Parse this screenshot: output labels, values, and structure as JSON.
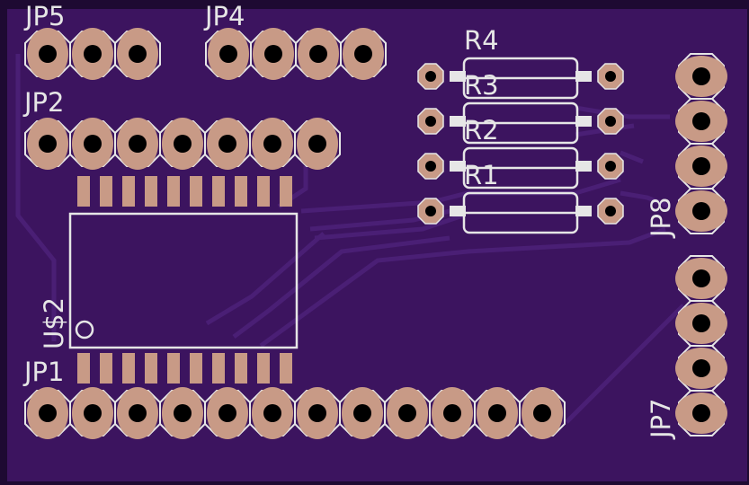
{
  "board": {
    "colors": {
      "background": "#1e0a32",
      "substrate": "#3c145f",
      "trace": "#4a1f75",
      "silkscreen": "#e6e6e6",
      "pad": "#c89a86",
      "drill": "#000000"
    }
  },
  "labels": {
    "jp5": "JP5",
    "jp4": "JP4",
    "jp2": "JP2",
    "jp1": "JP1",
    "jp8": "JP8",
    "jp7": "JP7",
    "u2": "U$2",
    "r1": "R1",
    "r2": "R2",
    "r3": "R3",
    "r4": "R4"
  },
  "headers": [
    {
      "id": "JP5",
      "pins": 3,
      "orientation": "horizontal"
    },
    {
      "id": "JP4",
      "pins": 4,
      "orientation": "horizontal"
    },
    {
      "id": "JP2",
      "pins": 7,
      "orientation": "horizontal"
    },
    {
      "id": "JP1",
      "pins": 12,
      "orientation": "horizontal"
    },
    {
      "id": "JP8",
      "pins": 4,
      "orientation": "vertical"
    },
    {
      "id": "JP7",
      "pins": 4,
      "orientation": "vertical"
    }
  ],
  "chip": {
    "id": "U$2",
    "pins_per_side": 10
  },
  "resistors": [
    "R1",
    "R2",
    "R3",
    "R4"
  ]
}
